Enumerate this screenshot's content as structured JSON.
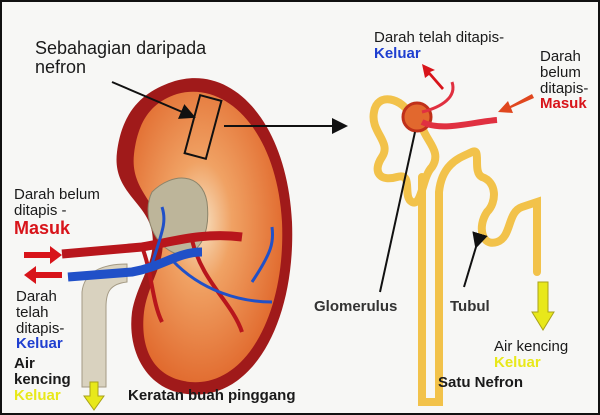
{
  "labels": {
    "part_of_nephron": [
      "Sebahagian daripada",
      "nefron"
    ],
    "top_right_out": {
      "text": "Darah telah ditapis-",
      "status": "Keluar"
    },
    "right_in": {
      "lines": [
        "Darah",
        "belum",
        "ditapis-"
      ],
      "status": "Masuk"
    },
    "left_in": {
      "lines": [
        "Darah belum",
        "ditapis -"
      ],
      "status": "Masuk"
    },
    "left_out": {
      "lines": [
        "Darah",
        "telah",
        "ditapis-"
      ],
      "status": "Keluar"
    },
    "left_urine": {
      "lines": [
        "Air",
        "kencing"
      ],
      "status": "Keluar"
    },
    "right_urine": {
      "text": "Air kencing",
      "status": "Keluar"
    },
    "glomerulus": "Glomerulus",
    "tubule": "Tubul",
    "kidney_caption": "Keratan buah pinggang",
    "nephron_caption": "Satu Nefron"
  },
  "colors": {
    "in": "#d8141a",
    "out": "#1f3fd0",
    "urine": "#e8e81a"
  }
}
